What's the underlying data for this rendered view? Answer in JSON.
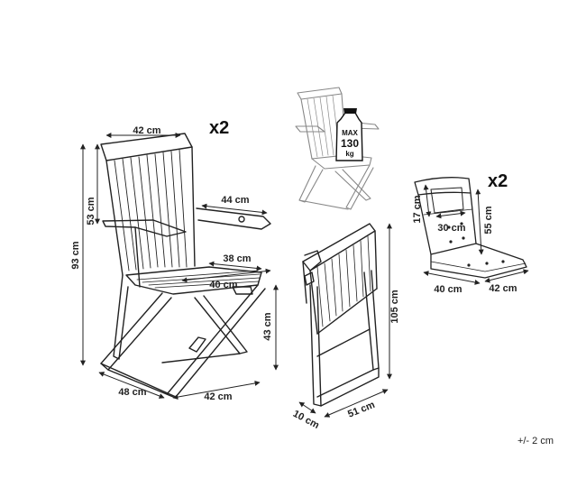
{
  "main_chair": {
    "quantity": "x2",
    "dims": {
      "width_top": "42 cm",
      "backrest_height": "53 cm",
      "total_height": "93 cm",
      "armrest_length": "44 cm",
      "seat_depth": "38 cm",
      "seat_width": "40 cm",
      "seat_height": "43 cm",
      "base_depth": "48 cm",
      "base_width": "42 cm"
    }
  },
  "load_badge": {
    "label": "MAX",
    "value": "130",
    "unit": "kg"
  },
  "folded_chair": {
    "dims": {
      "height": "105 cm",
      "thickness": "10 cm",
      "length": "51 cm"
    }
  },
  "cushion": {
    "quantity": "x2",
    "dims": {
      "headrest_height": "17 cm",
      "headrest_width": "30 cm",
      "length": "55 cm",
      "depth": "40 cm",
      "width": "42 cm"
    }
  },
  "tolerance": "+/- 2 cm"
}
